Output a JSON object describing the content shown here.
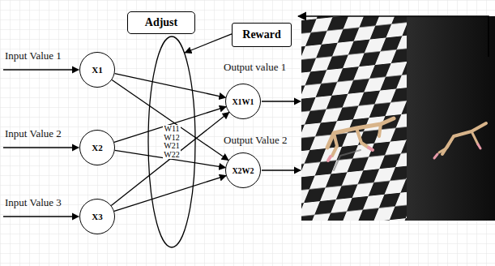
{
  "diagram": {
    "nodes": [
      {
        "text": [
          "Adjust"
        ]
      },
      {
        "text": [
          "Reward"
        ]
      },
      {
        "text": [
          "X1"
        ]
      },
      {
        "text": [
          "X2"
        ]
      },
      {
        "text": [
          "X3"
        ]
      },
      {
        "text": [
          "W11",
          "W12",
          "W21",
          "W22"
        ]
      },
      {
        "text": [
          "X1W1"
        ]
      },
      {
        "text": [
          "X2W2"
        ]
      }
    ],
    "edges": [
      {
        "from": 2,
        "to": 6,
        "arrow": "to"
      },
      {
        "from": 2,
        "to": 7,
        "arrow": "to"
      },
      {
        "from": 3,
        "to": 6,
        "arrow": "to"
      },
      {
        "from": 3,
        "to": 7,
        "arrow": "to"
      },
      {
        "from": 4,
        "to": 6,
        "arrow": "to"
      },
      {
        "from": 4,
        "to": 7,
        "arrow": "to"
      },
      {
        "from": 1,
        "to": 5,
        "arrow": "to"
      }
    ],
    "labels": [
      "Input Value 1",
      "Input Value 2",
      "Input Value 3",
      "Output value 1",
      "Output Value 2"
    ]
  }
}
